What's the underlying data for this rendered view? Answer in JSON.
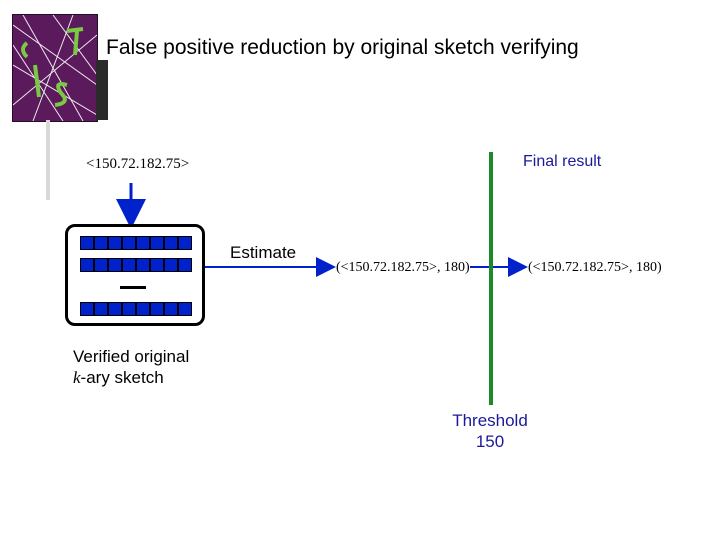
{
  "title": "False positive reduction by original sketch verifying",
  "labels": {
    "input_key": "<150.72.182.75>",
    "final_result": "Final result",
    "estimate": "Estimate",
    "estimate_pair": "(<150.72.182.75>, 180)",
    "final_pair": "(<150.72.182.75>, 180)",
    "verified_line1": "Verified original",
    "verified_k": "k",
    "verified_line2_rest": "-ary sketch",
    "threshold_label": "Threshold",
    "threshold_value": "150"
  },
  "sketch": {
    "cells_per_row": 8,
    "row_count": 3
  },
  "colors": {
    "arrow_blue": "#0022cc",
    "threshold_green": "#1a8a2a",
    "accent_text": "#1a1a99",
    "logo_purple": "#5a1a5c"
  }
}
